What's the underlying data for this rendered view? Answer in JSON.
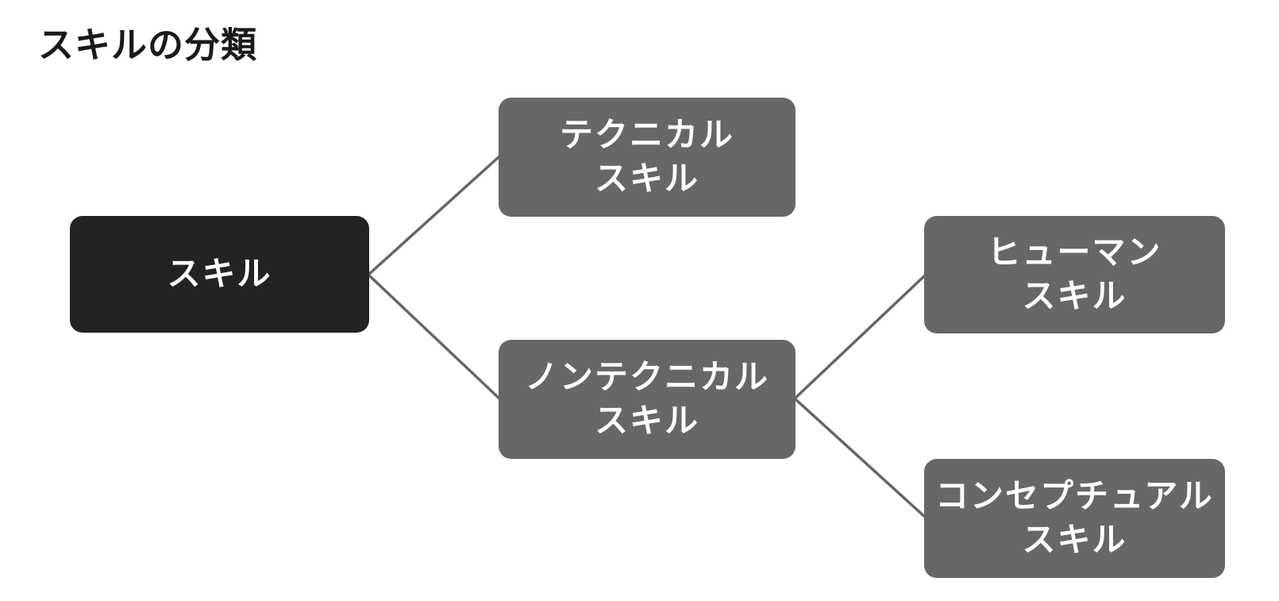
{
  "title": "スキルの分類",
  "colors": {
    "title_color": "#1a1a1a",
    "root_bg": "#232323",
    "node_bg": "#676767",
    "connector": "#666666",
    "node_text": "#ffffff",
    "page_bg": "#ffffff"
  },
  "nodes": {
    "root": {
      "label": "スキル"
    },
    "technical": {
      "line1": "テクニカル",
      "line2": "スキル"
    },
    "nontechnical": {
      "line1": "ノンテクニカル",
      "line2": "スキル"
    },
    "human": {
      "line1": "ヒューマン",
      "line2": "スキル"
    },
    "conceptual": {
      "line1": "コンセプチュアル",
      "line2": "スキル"
    }
  },
  "edges": [
    {
      "from": "スキル",
      "to": "テクニカルスキル"
    },
    {
      "from": "スキル",
      "to": "ノンテクニカルスキル"
    },
    {
      "from": "ノンテクニカルスキル",
      "to": "ヒューマンスキル"
    },
    {
      "from": "ノンテクニカルスキル",
      "to": "コンセプチュアルスキル"
    }
  ]
}
